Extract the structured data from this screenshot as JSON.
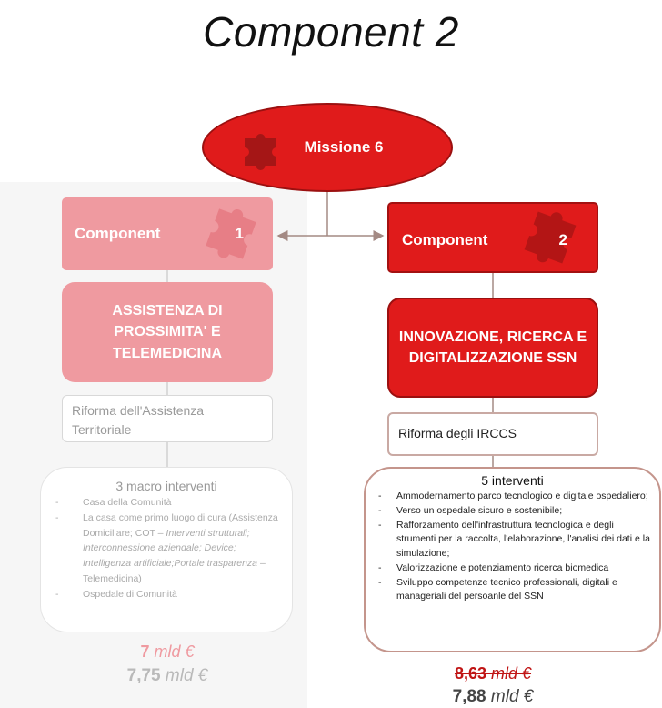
{
  "title": "Component 2",
  "mission": {
    "label": "Missione 6"
  },
  "components": [
    {
      "label": "Component",
      "number": "1",
      "area": "ASSISTENZA DI PROSSIMITA' E TELEMEDICINA",
      "reform": "Riforma dell'Assistenza Territoriale",
      "interventions_heading": "3 macro interventi",
      "interventions": [
        {
          "text": "Casa della Comunità"
        },
        {
          "parts": [
            {
              "text": "La casa come primo luogo di cura (Assistenza Domiciliare; COT – ",
              "italic": false
            },
            {
              "text": "Interventi strutturali; Interconnessione aziendale; Device; Intelligenza artificiale;Portale trasparenza",
              "italic": true
            },
            {
              "text": " – Telemedicina)",
              "italic": false
            }
          ]
        },
        {
          "text": "Ospedale di Comunità"
        }
      ],
      "old_amount": "7",
      "new_amount": "7,75",
      "unit": "mld €"
    },
    {
      "label": "Component",
      "number": "2",
      "area": "INNOVAZIONE, RICERCA E DIGITALIZZAZIONE SSN",
      "reform": "Riforma degli IRCCS",
      "interventions_heading": "5 interventi",
      "interventions": [
        {
          "text": "Ammodernamento parco tecnologico e digitale ospedaliero;"
        },
        {
          "text": "Verso un ospedale sicuro e sostenibile;"
        },
        {
          "text": "Rafforzamento dell'infrastruttura tecnologica e degli strumenti per la raccolta, l'elaborazione, l'analisi dei dati e la simulazione;"
        },
        {
          "text": "Valorizzazione e potenziamento ricerca biomedica"
        },
        {
          "text": "Sviluppo competenze tecnico professionali, digitali e manageriali del persoanle del SSN"
        }
      ],
      "old_amount": "8,63",
      "new_amount": "7,88",
      "unit": "mld €"
    }
  ],
  "colors": {
    "red": "#e01b1b",
    "pink": "#ef9aa0",
    "connector": "#a48a84"
  }
}
